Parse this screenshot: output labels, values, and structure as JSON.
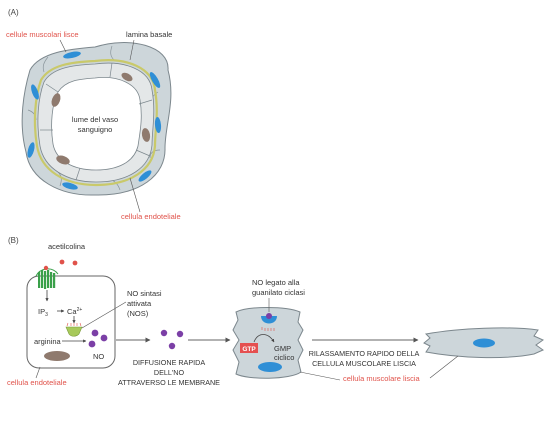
{
  "panel_a": {
    "label": "(A)",
    "smooth_muscle_label": "cellule muscolari lisce",
    "basal_lamina_label": "lamina basale",
    "lumen_line1": "lume del vaso",
    "lumen_line2": "sanguigno",
    "endothelial_label": "cellula endoteliale"
  },
  "panel_b": {
    "label": "(B)",
    "acetylcholine_label": "acetilcolina",
    "ip3_label": "IP",
    "ip3_sub": "3",
    "ca_label": "Ca",
    "ca_sup": "2+",
    "nos_line1": "NO sintasi",
    "nos_line2": "attivata",
    "nos_line3": "(NOS)",
    "arginine_label": "arginina",
    "no_label": "NO",
    "endothelial_cell_label": "cellula endoteliale",
    "diffusion_line1": "DIFFUSIONE RAPIDA",
    "diffusion_line2": "DELL'NO",
    "diffusion_line3": "ATTRAVERSO LE MEMBRANE",
    "guanylate_line1": "NO legato alla",
    "guanylate_line2": "guanilato ciclasi",
    "gtp_label": "GTP",
    "gmp_line1": "GMP",
    "gmp_line2": "ciclico",
    "relax_line1": "RILASSAMENTO RAPIDO DELLA",
    "relax_line2": "CELLULA MUSCOLARE LISCIA",
    "smooth_muscle_cell_label": "cellula muscolare liscia"
  },
  "colors": {
    "tissue_fill": "#cdd6da",
    "tissue_stroke": "#7c878d",
    "endothelium_yellow": "#c9c96a",
    "nucleus_blue": "#2f8fd6",
    "nucleus_brown": "#8f7a6e",
    "no_purple": "#7b3fa6",
    "receptor_green": "#3aa04a",
    "gtp_red": "#e55050",
    "label_red": "#e0524a",
    "acetylcholine_red": "#e0524a"
  }
}
